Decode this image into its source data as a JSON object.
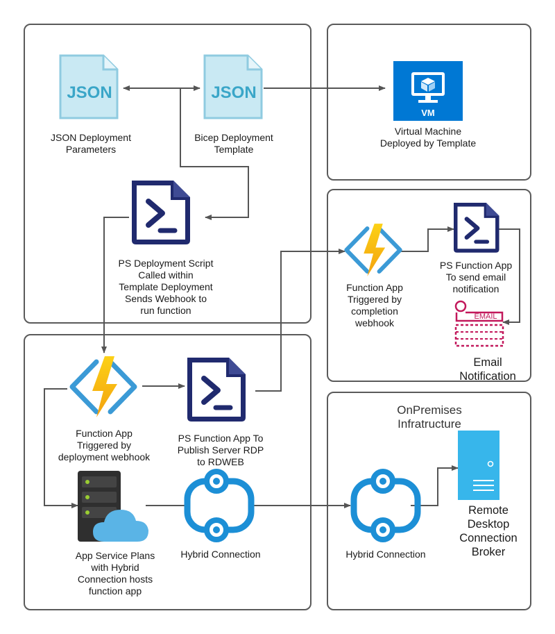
{
  "icons": {
    "json_params": "json-file-icon",
    "bicep_template": "json-file-icon",
    "vm": "virtual-machine-icon",
    "ps_deploy": "powershell-script-icon",
    "func_email": "function-app-icon",
    "ps_email": "powershell-script-icon",
    "email": "email-icon",
    "func_deploy": "function-app-icon",
    "ps_rdweb": "powershell-script-icon",
    "app_service": "app-service-plan-icon",
    "hybrid_left": "hybrid-connection-icon",
    "hybrid_right": "hybrid-connection-icon",
    "broker": "server-icon"
  },
  "labels": {
    "json_file_text": "JSON",
    "vm_badge": "VM",
    "email_badge": "EMAIL",
    "json_params": "JSON Deployment\nParameters",
    "bicep_template": "Bicep Deployment\nTemplate",
    "vm": "Virtual Machine\nDeployed by Template",
    "ps_deploy": "PS Deployment Script\nCalled  within\nTemplate Deployment\nSends Webhook to\nrun function",
    "func_email": "Function App\nTriggered by\ncompletion\nwebhook",
    "ps_email": "PS Function App\nTo send email\nnotification",
    "email": "Email\nNotification",
    "func_deploy": "Function App\nTriggered by\ndeployment webhook",
    "ps_rdweb": "PS Function App To\nPublish Server RDP\nto RDWEB",
    "app_service": "App Service Plans\nwith Hybrid\nConnection hosts\nfunction app",
    "hybrid_left": "Hybrid Connection",
    "hybrid_right": "Hybrid Connection",
    "onprem_title": "OnPremises Infratructure",
    "broker": "Remote\nDesktop\nConnection\nBroker"
  },
  "colors": {
    "json_fill": "#c9e9f3",
    "json_stroke": "#8fcbe0",
    "json_text": "#3aa6c8",
    "azure_blue": "#0078d4",
    "ps_navy": "#202a6e",
    "bolt_yellow": "#fcc70f",
    "bolt_orange": "#f3a40f",
    "bracket_blue": "#3b9ad6",
    "hybrid_blue": "#1c8fd6",
    "email_pink": "#c2185b",
    "server_dark": "#2f2f2f",
    "server_green": "#9acd32",
    "cloud_blue": "#5ab4e6",
    "broker_blue": "#37b6eb",
    "connector": "#555555"
  }
}
